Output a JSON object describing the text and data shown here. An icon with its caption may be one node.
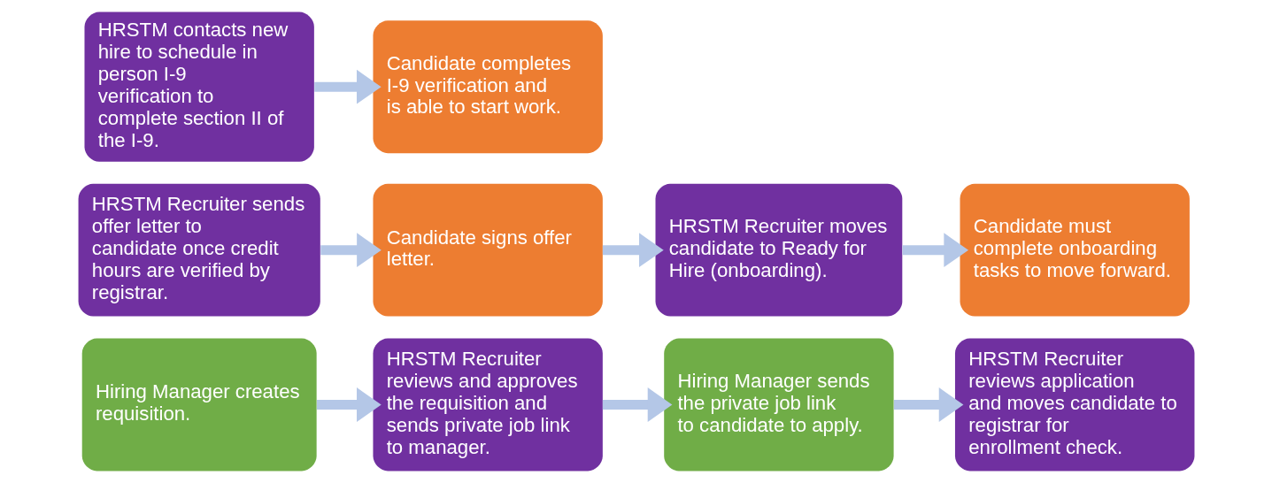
{
  "diagram": {
    "nodes": [
      {
        "text": [
          "Hiring Manager creates requisition."
        ]
      },
      {
        "text": [
          "HRSTM Recruiter reviews and approves the requisition and sends private job link to manager."
        ]
      },
      {
        "text": [
          "Hiring Manager sends the private job link to candidate to apply."
        ]
      },
      {
        "text": [
          "HRSTM Recruiter reviews application and moves candidate to registrar for enrollment check."
        ]
      },
      {
        "text": [
          "HRSTM Recruiter sends offer letter to candidate once credit hours are verified by registrar."
        ]
      },
      {
        "text": [
          "Candidate signs offer letter."
        ]
      },
      {
        "text": [
          "HRSTM Recruiter moves candidate to Ready for Hire (onboarding)."
        ]
      },
      {
        "text": [
          "Candidate must complete onboarding tasks to move forward."
        ]
      },
      {
        "text": [
          "HRSTM contacts new hire to schedule in person I-9 verification to complete section II of the I-9."
        ]
      },
      {
        "text": [
          "Candidate completes I-9 verification and is able to start work."
        ]
      }
    ],
    "edges": [
      {
        "from": 0,
        "to": 1,
        "arrow": "to"
      },
      {
        "from": 1,
        "to": 2,
        "arrow": "to"
      },
      {
        "from": 2,
        "to": 3,
        "arrow": "to"
      },
      {
        "from": 4,
        "to": 5,
        "arrow": "to"
      },
      {
        "from": 5,
        "to": 6,
        "arrow": "to"
      },
      {
        "from": 6,
        "to": 7,
        "arrow": "to"
      },
      {
        "from": 8,
        "to": 9,
        "arrow": "to"
      }
    ]
  }
}
